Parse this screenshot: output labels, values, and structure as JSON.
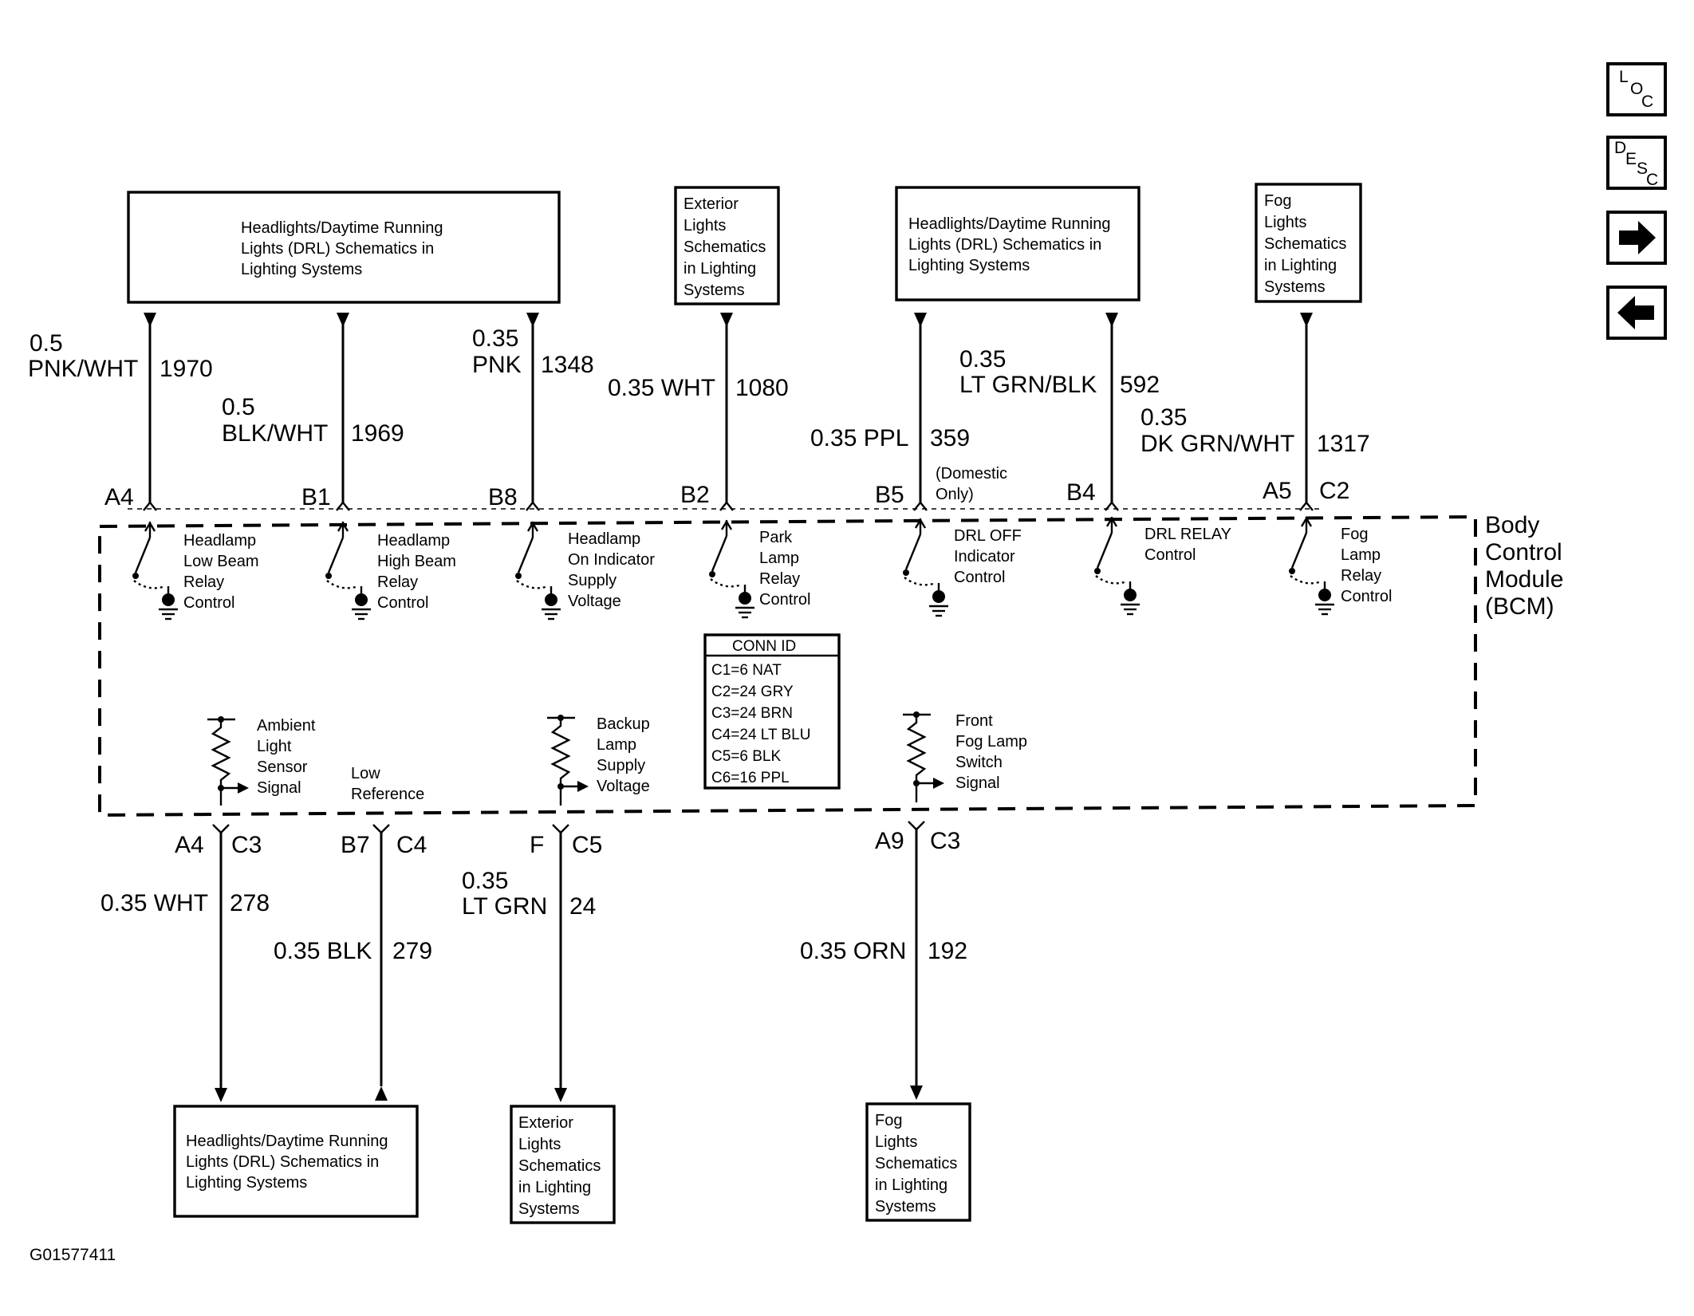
{
  "nav_buttons": {
    "loc": {
      "l1": "L",
      "l2": "O",
      "l3": "C"
    },
    "desc": {
      "l1": "D",
      "l2": "E",
      "l3": "S",
      "l4": "C"
    },
    "next_icon": "right-arrow-icon",
    "prev_icon": "left-arrow-icon"
  },
  "top_boxes": {
    "hl_drl_left": [
      "Headlights/Daytime Running",
      "Lights (DRL) Schematics in",
      "Lighting Systems"
    ],
    "exterior": [
      "Exterior",
      "Lights",
      "Schematics",
      "in Lighting",
      "Systems"
    ],
    "hl_drl_right": [
      "Headlights/Daytime Running",
      "Lights (DRL) Schematics in",
      "Lighting Systems"
    ],
    "fog": [
      "Fog",
      "Lights",
      "Schematics",
      "in Lighting",
      "Systems"
    ]
  },
  "top_wires": {
    "w1970": {
      "gauge": "0.5",
      "color": "PNK/WHT",
      "circuit": "1970",
      "pin": "A4"
    },
    "w1969": {
      "gauge": "0.5",
      "color": "BLK/WHT",
      "circuit": "1969",
      "pin": "B1"
    },
    "w1348": {
      "gauge": "0.35",
      "color": "PNK",
      "circuit": "1348",
      "pin": "B8"
    },
    "w1080": {
      "gauge_color": "0.35 WHT",
      "circuit": "1080",
      "pin": "B2"
    },
    "w359": {
      "gauge_color": "0.35 PPL",
      "circuit": "359",
      "pin": "B5",
      "note1": "(Domestic",
      "note2": "Only)"
    },
    "w592": {
      "gauge": "0.35",
      "color": "LT GRN/BLK",
      "circuit": "592",
      "pin": "B4"
    },
    "w1317": {
      "gauge": "0.35",
      "color": "DK GRN/WHT",
      "circuit": "1317",
      "pin": "A5",
      "conn": "C2"
    }
  },
  "module": [
    "Body",
    "Control",
    "Module",
    "(BCM)"
  ],
  "switches": {
    "s1": [
      "Headlamp",
      "Low Beam",
      "Relay",
      "Control"
    ],
    "s2": [
      "Headlamp",
      "High Beam",
      "Relay",
      "Control"
    ],
    "s3": [
      "Headlamp",
      "On Indicator",
      "Supply",
      "Voltage"
    ],
    "s4": [
      "Park",
      "Lamp",
      "Relay",
      "Control"
    ],
    "s5": [
      "DRL OFF",
      "Indicator",
      "Control"
    ],
    "s6": [
      "DRL RELAY",
      "Control"
    ],
    "s7": [
      "Fog",
      "Lamp",
      "Relay",
      "Control"
    ]
  },
  "conn_id": {
    "title": "CONN ID",
    "rows": [
      "C1=6 NAT",
      "C2=24 GRY",
      "C3=24 BRN",
      "C4=24 LT BLU",
      "C5=6 BLK",
      "C6=16 PPL"
    ]
  },
  "inputs": {
    "ambient": [
      "Ambient",
      "Light",
      "Sensor",
      "Signal"
    ],
    "lowref": [
      "Low",
      "Reference"
    ],
    "backup": [
      "Backup",
      "Lamp",
      "Supply",
      "Voltage"
    ],
    "fog": [
      "Front",
      "Fog Lamp",
      "Switch",
      "Signal"
    ]
  },
  "bottom_wires": {
    "w278": {
      "pin": "A4",
      "conn": "C3",
      "gauge_color": "0.35 WHT",
      "circuit": "278"
    },
    "w279": {
      "pin": "B7",
      "conn": "C4",
      "gauge_color": "0.35 BLK",
      "circuit": "279"
    },
    "w24": {
      "pin": "F",
      "conn": "C5",
      "gauge": "0.35",
      "color": "LT GRN",
      "circuit": "24"
    },
    "w192": {
      "pin": "A9",
      "conn": "C3",
      "gauge_color": "0.35 ORN",
      "circuit": "192"
    }
  },
  "bottom_boxes": {
    "hl_drl": [
      "Headlights/Daytime Running",
      "Lights (DRL) Schematics in",
      "Lighting Systems"
    ],
    "exterior": [
      "Exterior",
      "Lights",
      "Schematics",
      "in Lighting",
      "Systems"
    ],
    "fog": [
      "Fog",
      "Lights",
      "Schematics",
      "in Lighting",
      "Systems"
    ]
  },
  "figure_id": "G01577411"
}
